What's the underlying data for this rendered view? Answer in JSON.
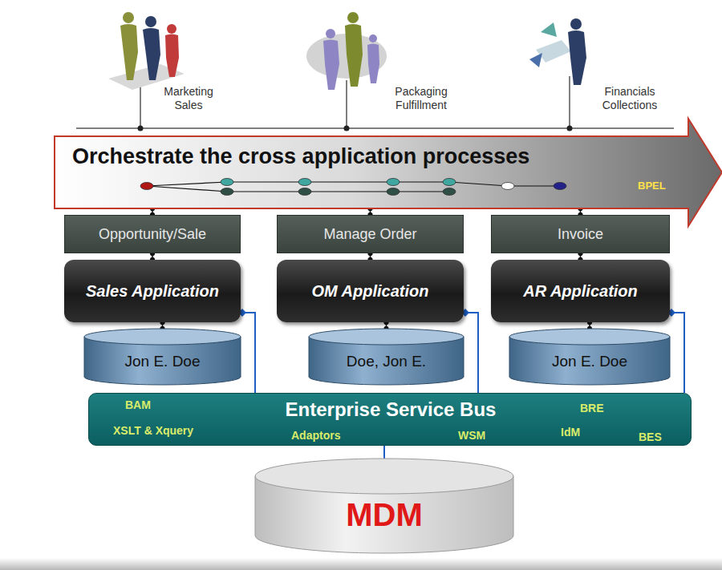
{
  "diagram": {
    "nodes": [
      {
        "text": [
          "Orchestrate the cross application processes",
          "BPEL"
        ]
      },
      {
        "text": [
          "Opportunity/Sale"
        ]
      },
      {
        "text": [
          "Manage Order"
        ]
      },
      {
        "text": [
          "Invoice"
        ]
      },
      {
        "text": [
          "Sales Application"
        ]
      },
      {
        "text": [
          "OM Application"
        ]
      },
      {
        "text": [
          "AR Application"
        ]
      },
      {
        "text": [
          "Jon E. Doe"
        ]
      },
      {
        "text": [
          "Doe, Jon E."
        ]
      },
      {
        "text": [
          "Jon E. Doe"
        ]
      },
      {
        "text": [
          "Enterprise Service Bus",
          "BAM",
          "XSLT & Xquery",
          "Adaptors",
          "WSM",
          "BRE",
          "IdM",
          "BES"
        ]
      },
      {
        "text": [
          "MDM"
        ]
      }
    ],
    "edges": [
      {
        "from": 0,
        "to": 1,
        "arrow": "none"
      },
      {
        "from": 0,
        "to": 2,
        "arrow": "none"
      },
      {
        "from": 0,
        "to": 3,
        "arrow": "none"
      },
      {
        "from": 1,
        "to": 4,
        "arrow": "none"
      },
      {
        "from": 2,
        "to": 5,
        "arrow": "none"
      },
      {
        "from": 3,
        "to": 6,
        "arrow": "none"
      },
      {
        "from": 4,
        "to": 7,
        "arrow": "none"
      },
      {
        "from": 5,
        "to": 8,
        "arrow": "none"
      },
      {
        "from": 6,
        "to": 9,
        "arrow": "none"
      },
      {
        "from": 10,
        "to": 4,
        "arrow": "to"
      },
      {
        "from": 10,
        "to": 5,
        "arrow": "to"
      },
      {
        "from": 10,
        "to": 6,
        "arrow": "to"
      },
      {
        "from": 10,
        "to": 11,
        "arrow": "to"
      }
    ],
    "labels": [
      "Marketing Sales",
      "Packaging Fulfillment",
      "Financials Collections"
    ]
  }
}
